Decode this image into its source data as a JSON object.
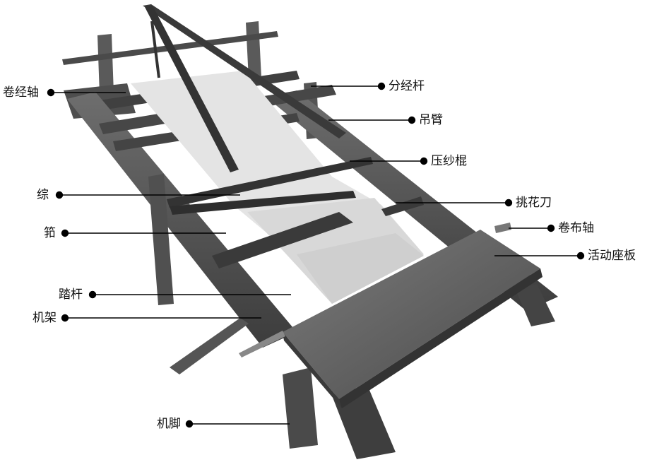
{
  "labels": {
    "juanjingzhou": "卷经轴",
    "fenjinggan": "分经杆",
    "diaobi": "吊臂",
    "yashagun": "压纱棍",
    "zong": "综",
    "tiaohuadao": "挑花刀",
    "kou": "筘",
    "juanbuzhou": "卷布轴",
    "huodongzuoban": "活动座板",
    "tagan": "踏杆",
    "jijia": "机架",
    "jijiao": "机脚"
  },
  "colors": {
    "wood_dark": "#3a3a3a",
    "wood_mid": "#5a5a5a",
    "wood_light": "#7a7a7a",
    "thread": "#e6e6e6",
    "line": "#000000"
  }
}
